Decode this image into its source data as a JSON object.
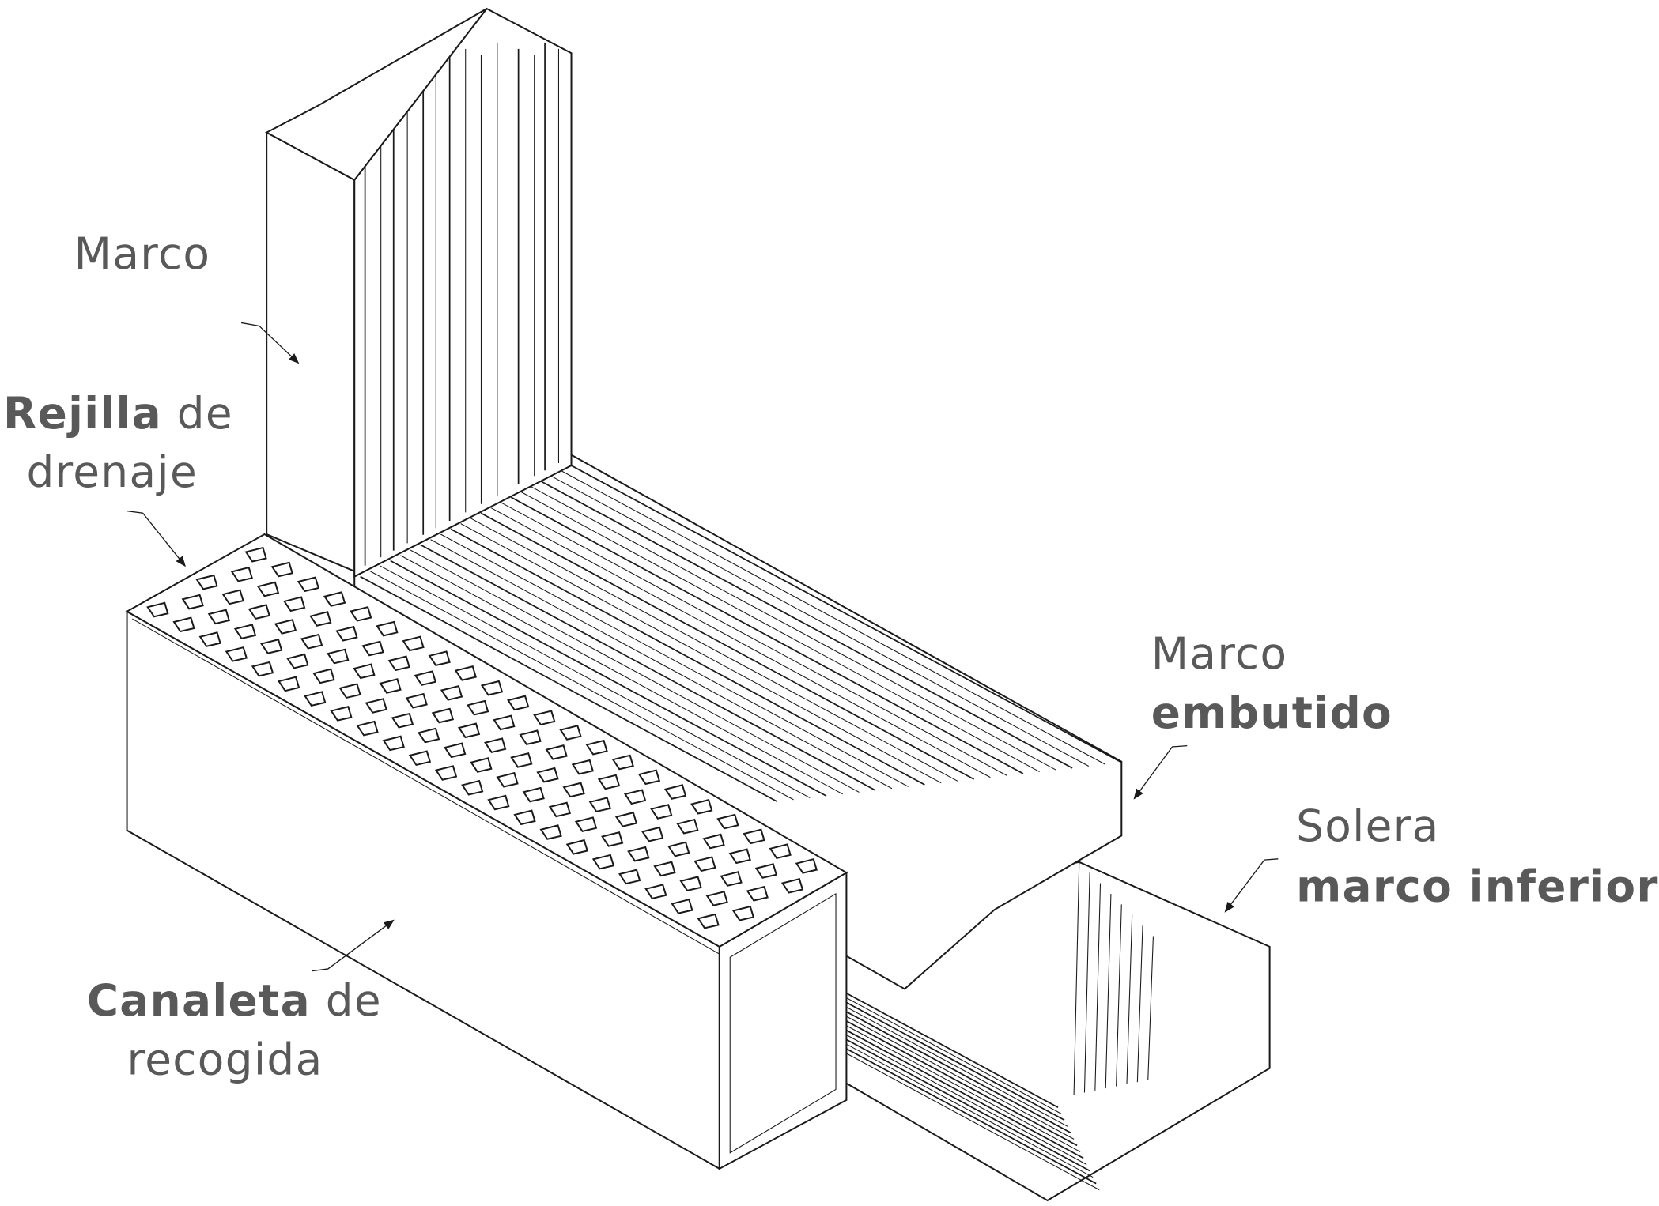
{
  "labels": {
    "marco": {
      "line1": "Marco"
    },
    "rejilla": {
      "bold": "Rejilla",
      "rest": " de",
      "line2": "drenaje"
    },
    "marco_embutido": {
      "line1": "Marco",
      "line2_bold": "embutido"
    },
    "solera": {
      "line1": "Solera",
      "line2_bold": "marco inferior"
    },
    "canaleta": {
      "bold": "Canaleta",
      "rest": " de",
      "line2": "recogida"
    }
  },
  "colors": {
    "label_text": "#595959",
    "line": "#1a1a1a",
    "background": "#ffffff"
  }
}
